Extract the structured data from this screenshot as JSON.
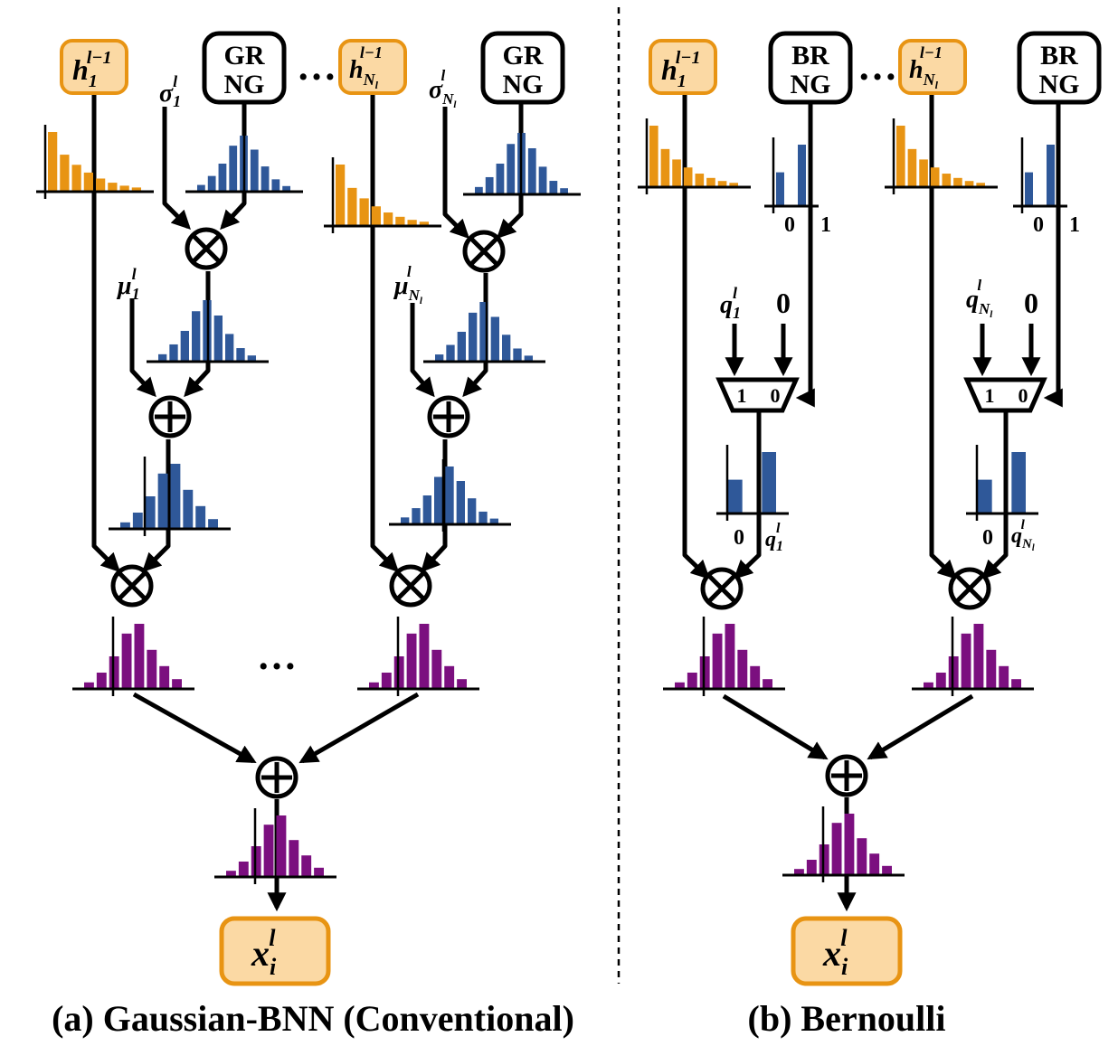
{
  "colors": {
    "input": "#E89413",
    "input_fill": "#FBD9A4",
    "rng": "#2F5899",
    "output": "#7B0F7F",
    "line": "#000000"
  },
  "boxes": {
    "gaussian_rng_top": "GR",
    "gaussian_rng_bottom": "NG",
    "bernoulli_rng_top": "BR",
    "bernoulli_rng_bottom": "NG"
  },
  "ellipsis": "…",
  "math": {
    "h_base": "h",
    "h1_sub": "1",
    "hN_sub": "N",
    "hN_subsub": "l",
    "h_sup": "l−1",
    "sigma": "σ",
    "mu": "μ",
    "q": "q",
    "param_sup": "l",
    "x_base": "x",
    "x_sub": "i",
    "x_sup": "l",
    "zero": "0",
    "one": "1"
  },
  "caption_a": "(a) Gaussian-BNN (Conventional)",
  "caption_b": "(b) Bernoulli"
}
